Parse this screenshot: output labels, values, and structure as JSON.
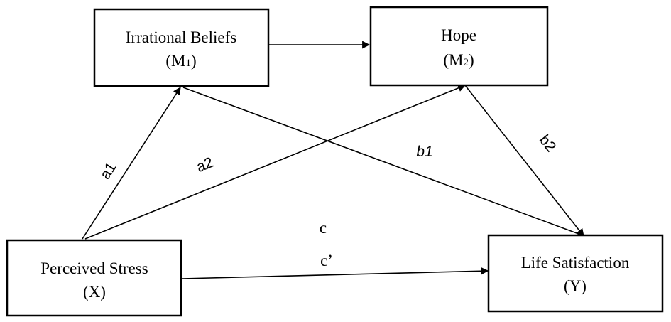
{
  "nodes": {
    "irrational_beliefs": {
      "title": "Irrational Beliefs",
      "code": "(M",
      "sub": "1",
      "close": ")"
    },
    "hope": {
      "title": "Hope",
      "code": "(M",
      "sub": "2",
      "close": ")"
    },
    "perceived_stress": {
      "title": "Perceived Stress",
      "code": "(X)"
    },
    "life_satisfaction": {
      "title": "Life Satisfaction",
      "code": "(Y)"
    }
  },
  "paths": {
    "a1": "a1",
    "a2": "a2",
    "b1": "b1",
    "b2": "b2",
    "c": "c",
    "c_prime": "c’"
  },
  "colors": {
    "stroke": "#000000",
    "background": "#ffffff"
  }
}
